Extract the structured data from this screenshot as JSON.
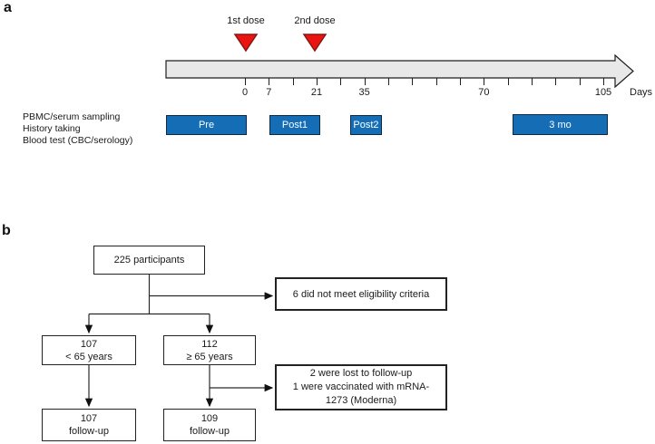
{
  "figure": {
    "panel_a_label": "a",
    "panel_b_label": "b"
  },
  "panel_a": {
    "dose1_label": "1st dose",
    "dose2_label": "2nd dose",
    "days_axis_label": "Days",
    "tick_days": [
      0,
      7,
      14,
      21,
      28,
      35,
      42,
      49,
      56,
      63,
      70,
      77,
      84,
      91,
      98,
      105
    ],
    "labeled_days": [
      "0",
      "7",
      "21",
      "35",
      "70",
      "105"
    ],
    "row_labels": {
      "line1": "PBMC/serum sampling",
      "line2": "History taking",
      "line3": "Blood test (CBC/serology)"
    },
    "sampling_boxes": {
      "pre": "Pre",
      "post1": "Post1",
      "post2": "Post2",
      "mo3": "3 mo"
    },
    "colors": {
      "box_blue": "#156db5",
      "triangle_red": "#ea1510",
      "bar_gray": "#e8e8e8"
    }
  },
  "panel_b": {
    "boxes": {
      "participants": {
        "line1": "225 participants"
      },
      "excluded": {
        "line1": "6 did not meet eligibility criteria"
      },
      "under65": {
        "line1": "107",
        "line2": "< 65 years"
      },
      "over65": {
        "line1": "112",
        "line2": "≥ 65 years"
      },
      "lost": {
        "line1": "2 were lost to follow-up",
        "line2": "1 were vaccinated with mRNA-",
        "line3": "1273 (Moderna)"
      },
      "under65_followup": {
        "line1": "107",
        "line2": "follow-up"
      },
      "over65_followup": {
        "line1": "109",
        "line2": "follow-up"
      }
    }
  },
  "chart_data": {
    "type": "table",
    "title": "Study design timeline and participant flow",
    "timeline_days_ticks": [
      0,
      7,
      14,
      21,
      28,
      35,
      42,
      49,
      56,
      63,
      70,
      77,
      84,
      91,
      98,
      105
    ],
    "timeline_labeled_days": [
      0,
      7,
      21,
      35,
      70,
      105
    ],
    "events": [
      {
        "label": "1st dose",
        "day": 0
      },
      {
        "label": "2nd dose",
        "day": 21
      }
    ],
    "sampling_windows": [
      {
        "label": "Pre",
        "approx_days": "before 0"
      },
      {
        "label": "Post1",
        "approx_days": "7-21"
      },
      {
        "label": "Post2",
        "approx_days": "31-40"
      },
      {
        "label": "3 mo",
        "approx_days": "78-106"
      }
    ],
    "flow_counts": {
      "enrolled": 225,
      "excluded": 6,
      "under65": 107,
      "over65": 112,
      "lost_followup": 2,
      "mrna1273_vaccinated": 1,
      "under65_followup": 107,
      "over65_followup": 109
    }
  }
}
